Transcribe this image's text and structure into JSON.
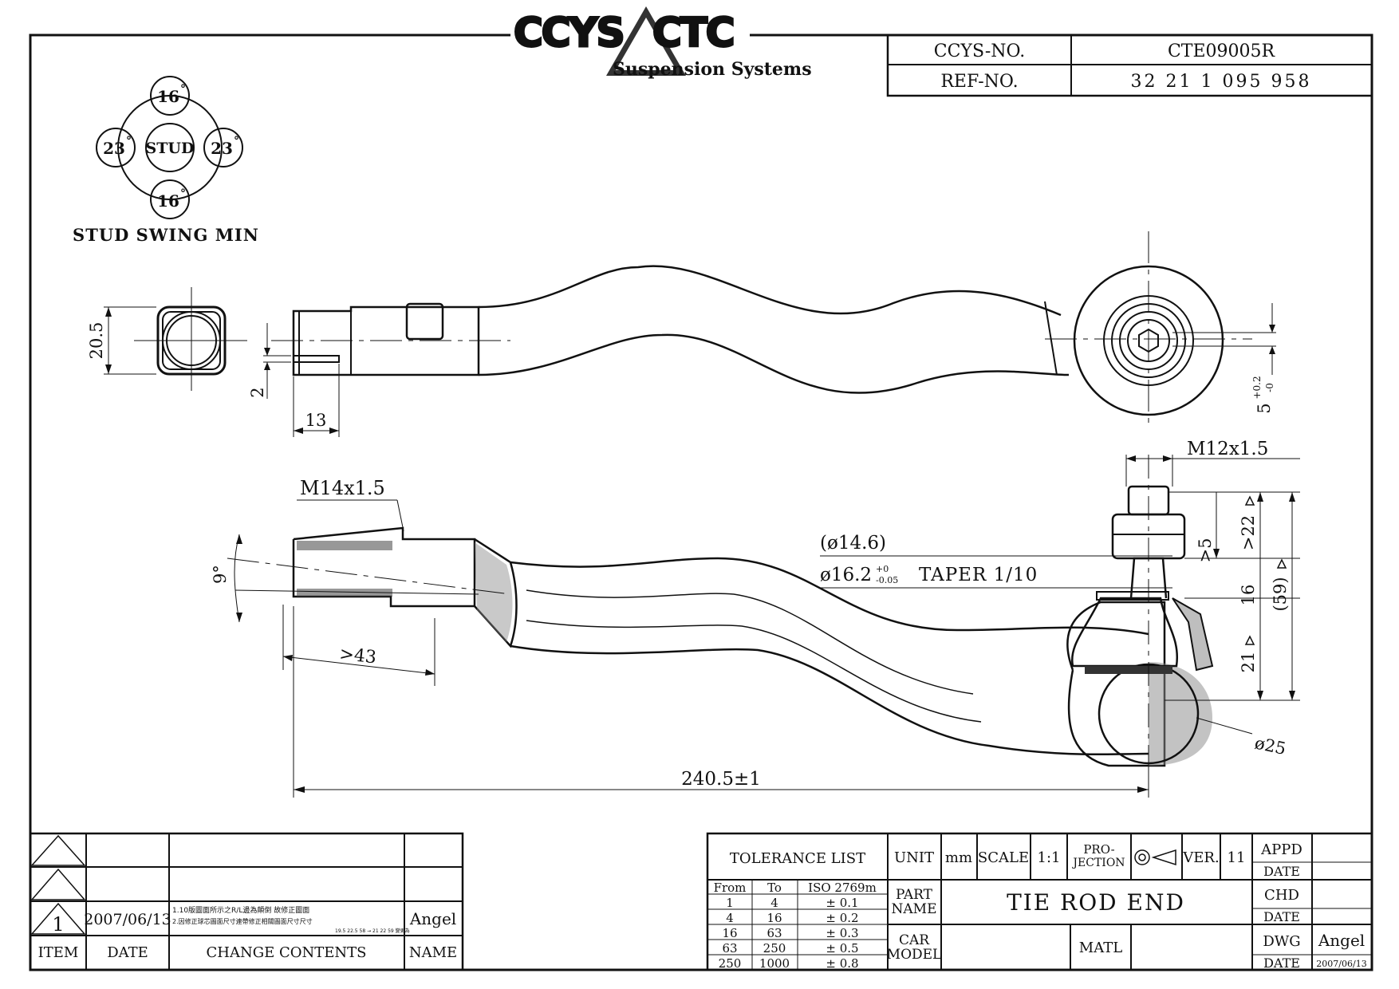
{
  "logo": {
    "brand_left": "CCYS",
    "brand_right": "CTC",
    "subtitle": "Suspension Systems"
  },
  "header": {
    "ccys_no_label": "CCYS-NO.",
    "ccys_no_value": "CTE09005R",
    "ref_no_label": "REF-NO.",
    "ref_no_value": "32 21 1 095 958"
  },
  "stud_swing": {
    "center": "STUD",
    "top": "16",
    "bottom": "16",
    "left": "23",
    "right": "23",
    "degree_symbol": "°",
    "caption": "STUD SWING MIN"
  },
  "dimensions": {
    "end_width": "20.5",
    "slot_width": "2",
    "slot_length": "13",
    "flat_width": "5",
    "flat_tol_upper": "+0.2",
    "flat_tol_lower": "-0",
    "thread_outer": "M14x1.5",
    "thread_angle": "9°",
    "thread_depth": ">43",
    "stud_thread": "M12x1.5",
    "taper_ref": "(ø14.6)",
    "taper_dia": "ø16.2",
    "taper_tol_upper": "+0",
    "taper_tol_lower": "-0.05",
    "taper_ratio": "TAPER 1/10",
    "stud_min_22": ">22",
    "stud_min_5": ">5",
    "height_16": "16",
    "height_59": "(59)",
    "height_21": "21",
    "ball_dia": "ø25",
    "overall_length": "240.5±1"
  },
  "change_table": {
    "headers": {
      "item": "ITEM",
      "date": "DATE",
      "contents": "CHANGE CONTENTS",
      "name": "NAME"
    },
    "rows": [
      {
        "item": "",
        "date": "",
        "contents": "",
        "name": ""
      },
      {
        "item": "",
        "date": "",
        "contents": "",
        "name": ""
      },
      {
        "item": "1",
        "date": "2007/06/13",
        "contents_line1": "1.10版圖面所示之R/L邊為顛倒 故修正圖面",
        "contents_line2": "2.因修正球芯圖面尺寸連帶修正相關圖面尺寸尺寸",
        "contents_small": "19.5 22.5 58 → 21 22 59 變更為",
        "name": "Angel"
      }
    ]
  },
  "title_block": {
    "tolerance_title": "TOLERANCE LIST",
    "tolerance_headers": [
      "From",
      "To",
      "ISO 2769m"
    ],
    "tolerance_rows": [
      [
        "1",
        "4",
        "± 0.1"
      ],
      [
        "4",
        "16",
        "± 0.2"
      ],
      [
        "16",
        "63",
        "± 0.3"
      ],
      [
        "63",
        "250",
        "± 0.5"
      ],
      [
        "250",
        "1000",
        "± 0.8"
      ]
    ],
    "unit_label": "UNIT",
    "unit_value": "mm",
    "scale_label": "SCALE",
    "scale_value": "1:1",
    "projection_label_1": "PRO-",
    "projection_label_2": "JECTION",
    "ver_label": "VER.",
    "ver_value": "11",
    "part_name_label_1": "PART",
    "part_name_label_2": "NAME",
    "part_name_value": "TIE ROD END",
    "car_model_label_1": "CAR",
    "car_model_label_2": "MODEL",
    "car_model_value": "",
    "matl_label": "MATL",
    "matl_value": "",
    "appd_label": "APPD",
    "chd_label": "CHD",
    "dwg_label": "DWG",
    "date_label": "DATE",
    "dwg_name": "Angel",
    "dwg_date": "2007/06/13"
  }
}
